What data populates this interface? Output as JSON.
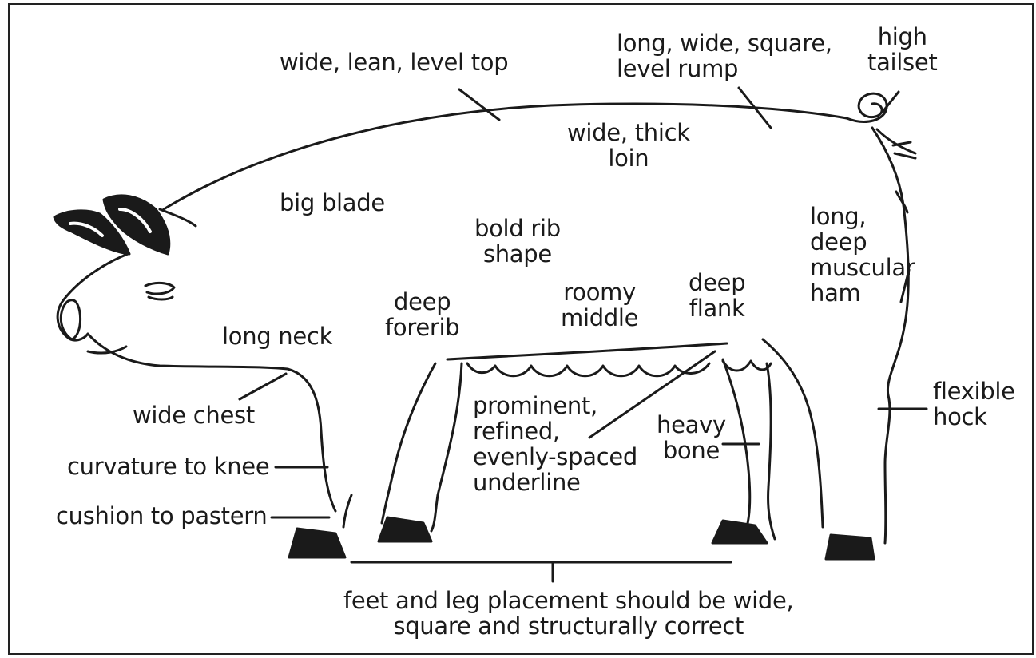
{
  "labels": {
    "wide_lean_level_top": "wide, lean, level top",
    "long_wide_square_level_rump": "long, wide, square,\nlevel rump",
    "high_tailset": "high\ntailset",
    "wide_thick_loin": "wide, thick\nloin",
    "big_blade": "big blade",
    "bold_rib_shape": "bold rib\nshape",
    "long_deep_muscular_ham": "long,\ndeep\nmuscular\nham",
    "deep_forerib": "deep\nforerib",
    "roomy_middle": "roomy\nmiddle",
    "deep_flank": "deep\nflank",
    "long_neck": "long neck",
    "wide_chest": "wide chest",
    "flexible_hock": "flexible\nhock",
    "prominent_underline": "prominent,\nrefined,\nevenly-spaced\nunderline",
    "heavy_bone": "heavy\nbone",
    "curvature_to_knee": "curvature to knee",
    "cushion_to_pastern": "cushion to pastern",
    "feet_and_leg_placement": "feet and leg placement should be wide,\nsquare and structurally correct"
  }
}
